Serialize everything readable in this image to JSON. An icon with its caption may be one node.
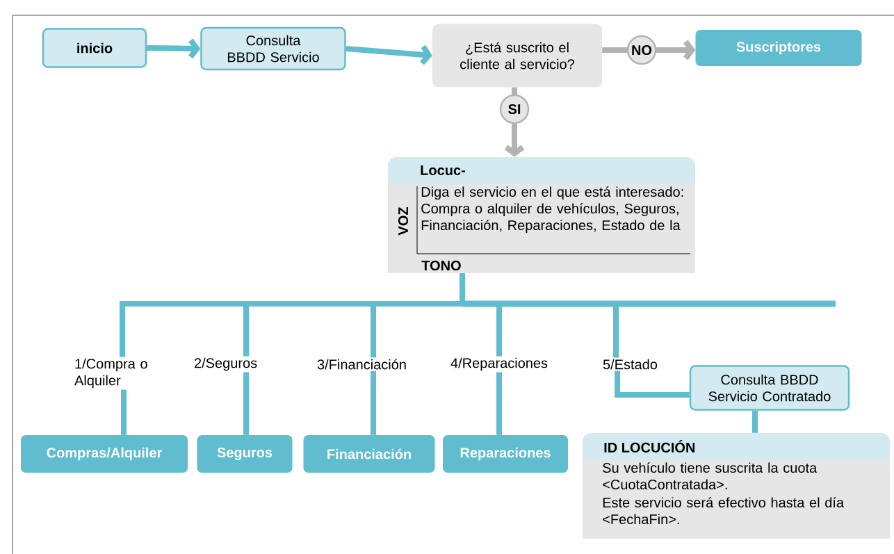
{
  "diagram": {
    "nodes": [
      {
        "text": [
          "inicio"
        ]
      },
      {
        "text": [
          "Consulta BBDD Servicio"
        ]
      },
      {
        "text": [
          "¿Está suscrito el cliente al servicio?"
        ]
      },
      {
        "text": [
          "Suscriptores"
        ]
      },
      {
        "text": [
          "Locuc-",
          "VOZ",
          "Diga el servicio en el que está interesado: Compra o alquiler de vehículos, Seguros, Financiación, Reparaciones, Estado de la",
          "TONO"
        ]
      },
      {
        "text": [
          "1/Compra o Alquiler"
        ]
      },
      {
        "text": [
          "2/Seguros"
        ]
      },
      {
        "text": [
          "3/Financiación"
        ]
      },
      {
        "text": [
          "4/Reparaciones"
        ]
      },
      {
        "text": [
          "5/Estado"
        ]
      },
      {
        "text": [
          "Consulta BBDD Servicio Contratado"
        ]
      },
      {
        "text": [
          "ID LOCUCIÓN",
          "Su vehículo tiene suscrita la cuota <CuotaContratada>.",
          "Este servicio será efectivo hasta el día <FechaFin>."
        ]
      },
      {
        "text": [
          "Compras/Alquiler"
        ]
      },
      {
        "text": [
          "Seguros"
        ]
      },
      {
        "text": [
          "Financiación"
        ]
      },
      {
        "text": [
          "Reparaciones"
        ]
      }
    ],
    "edges": [
      {
        "from": 0,
        "to": 1,
        "arrow": "to"
      },
      {
        "from": 1,
        "to": 2,
        "arrow": "to"
      },
      {
        "from": 2,
        "to": 3,
        "arrow": "to",
        "label": "NO",
        "color": "#b3b3b3"
      },
      {
        "from": 2,
        "to": 4,
        "arrow": "to",
        "label": "SI",
        "color": "#b3b3b3"
      },
      {
        "from": 4,
        "to": 5,
        "arrow": "none"
      },
      {
        "from": 4,
        "to": 6,
        "arrow": "none"
      },
      {
        "from": 4,
        "to": 7,
        "arrow": "none"
      },
      {
        "from": 4,
        "to": 8,
        "arrow": "none"
      },
      {
        "from": 4,
        "to": 9,
        "arrow": "none"
      },
      {
        "from": 5,
        "to": 12,
        "arrow": "none"
      },
      {
        "from": 6,
        "to": 13,
        "arrow": "none"
      },
      {
        "from": 7,
        "to": 14,
        "arrow": "none"
      },
      {
        "from": 8,
        "to": 15,
        "arrow": "none"
      },
      {
        "from": 9,
        "to": 10,
        "arrow": "none"
      },
      {
        "from": 10,
        "to": 11,
        "arrow": "none"
      }
    ]
  }
}
